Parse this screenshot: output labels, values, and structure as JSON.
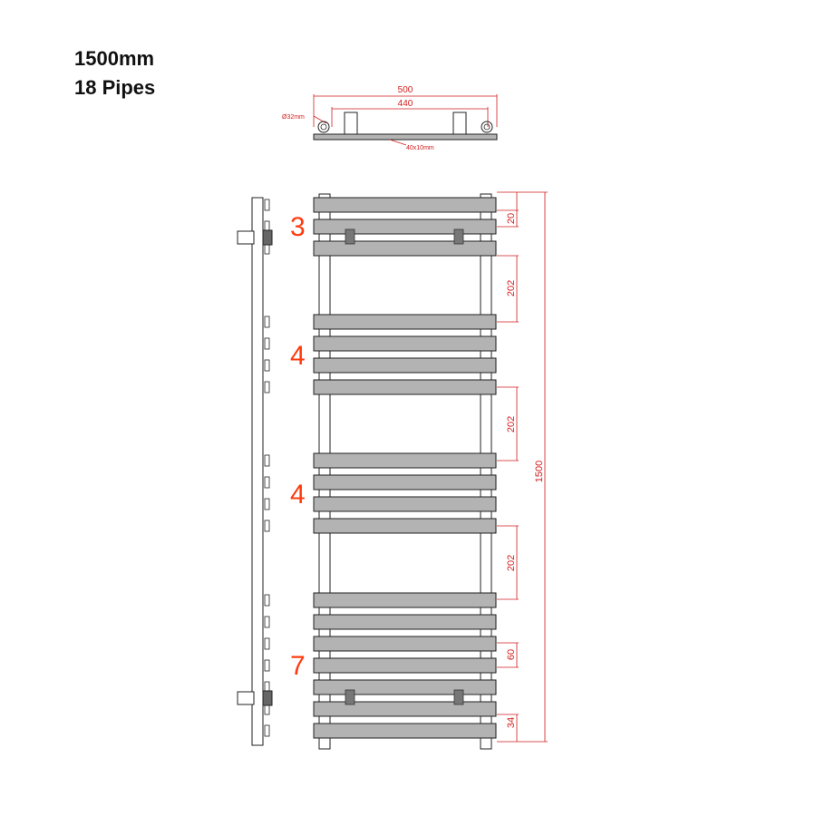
{
  "header": {
    "length": "1500mm",
    "pipes": "18 Pipes"
  },
  "colors": {
    "dimension": "#d21e1e",
    "group_number": "#ff3b0f",
    "bar_fill": "#b3b3b3",
    "outline": "#222222"
  },
  "top_view": {
    "overall_width": "500",
    "pipe_centers": "440",
    "pipe_diameter": "Ø32mm",
    "bar_section": "40x10mm"
  },
  "groups": [
    "3",
    "4",
    "4",
    "7"
  ],
  "dimensions": {
    "top_gap": "20",
    "group_gap_1": "202",
    "group_gap_2": "202",
    "group_gap_3": "202",
    "pipe_pitch": "60",
    "bottom_gap": "34",
    "overall_height": "1500"
  }
}
